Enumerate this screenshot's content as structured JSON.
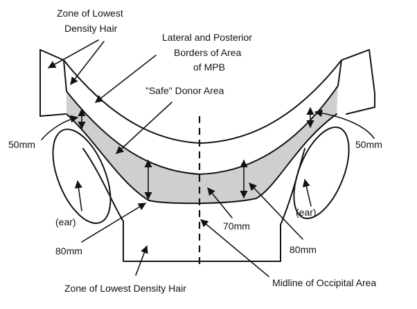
{
  "labels": {
    "top_zone": [
      "Zone of Lowest",
      "Density Hair"
    ],
    "borders": [
      "Lateral and Posterior",
      "Borders of Area",
      "of MPB"
    ],
    "safe_area": "\"Safe\" Donor Area",
    "left_50": "50mm",
    "right_50": "50mm",
    "ear_left": "(ear)",
    "ear_right": "(ear)",
    "center_70": "70mm",
    "left_80": "80mm",
    "right_80": "80mm",
    "bottom_zone": "Zone of Lowest Density Hair",
    "midline": "Midline of Occipital Area"
  },
  "colors": {
    "ink": "#111111",
    "donor_fill": "#cfcfcf",
    "background": "#ffffff"
  }
}
